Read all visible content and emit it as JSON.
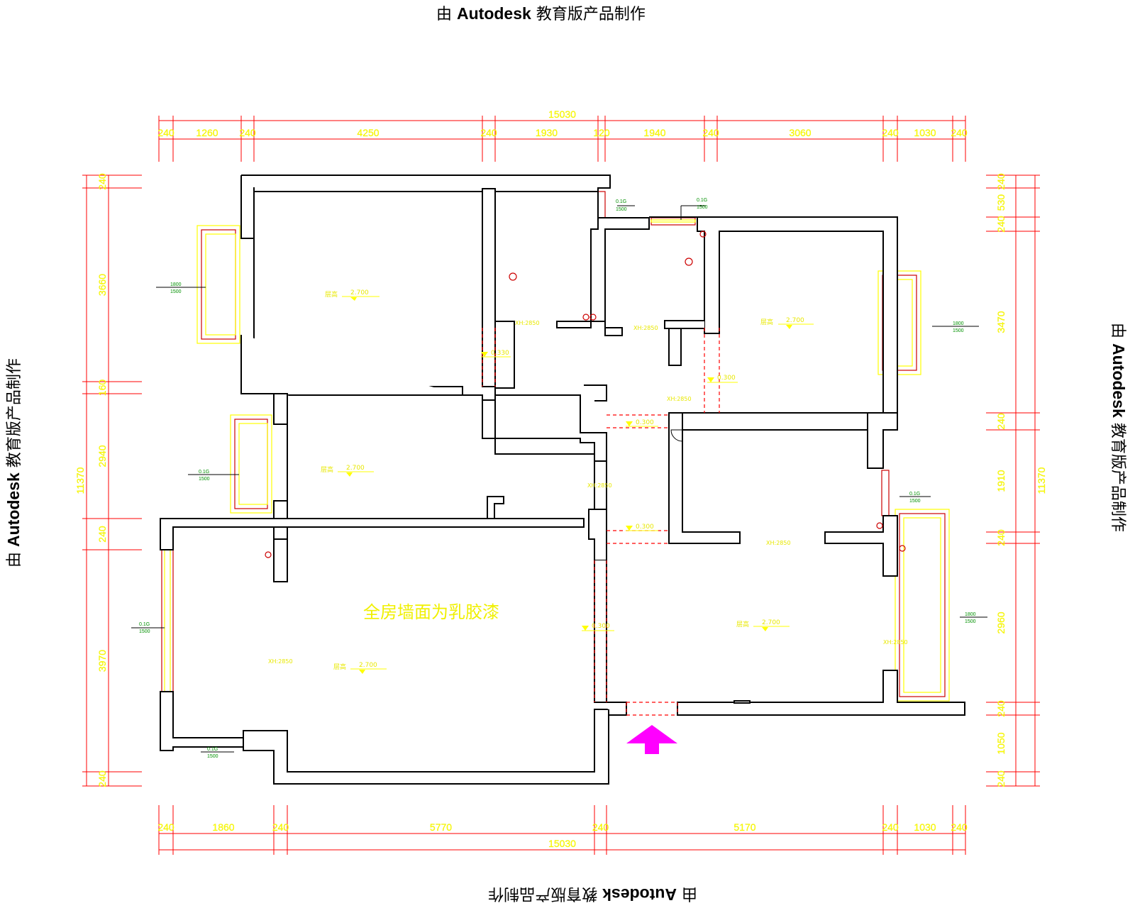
{
  "watermark": {
    "prefix": "由",
    "brand": "Autodesk",
    "suffix": "教育版产品制作"
  },
  "note": "全房墙面为乳胶漆",
  "dims": {
    "top_total": "15030",
    "top": [
      "240",
      "1260",
      "240",
      "4250",
      "240",
      "1930",
      "120",
      "1940",
      "240",
      "3060",
      "240",
      "1030",
      "240"
    ],
    "bottom_total": "15030",
    "bottom": [
      "240",
      "1860",
      "240",
      "5770",
      "240",
      "5170",
      "240",
      "1030",
      "240"
    ],
    "left_total": "11370",
    "left": [
      "240",
      "3660",
      "160",
      "2940",
      "240",
      "3970",
      "240"
    ],
    "right_total": "11370",
    "right": [
      "240",
      "530",
      "240",
      "3470",
      "240",
      "1910",
      "240",
      "2960",
      "240",
      "1050",
      "240"
    ]
  },
  "rooms": {
    "ceiling_label": "层高",
    "ceiling_value": "2.700",
    "floor_label": "XH:2850",
    "floor_markers": [
      "0.330",
      "0.300",
      "0.300",
      "0.300",
      "0.300"
    ]
  },
  "colors": {
    "wall": "#000000",
    "dim": "#ff0000",
    "text": "#ffff00",
    "entry": "#ff00ff",
    "window": "#ffff00",
    "tag": "#00a000"
  }
}
